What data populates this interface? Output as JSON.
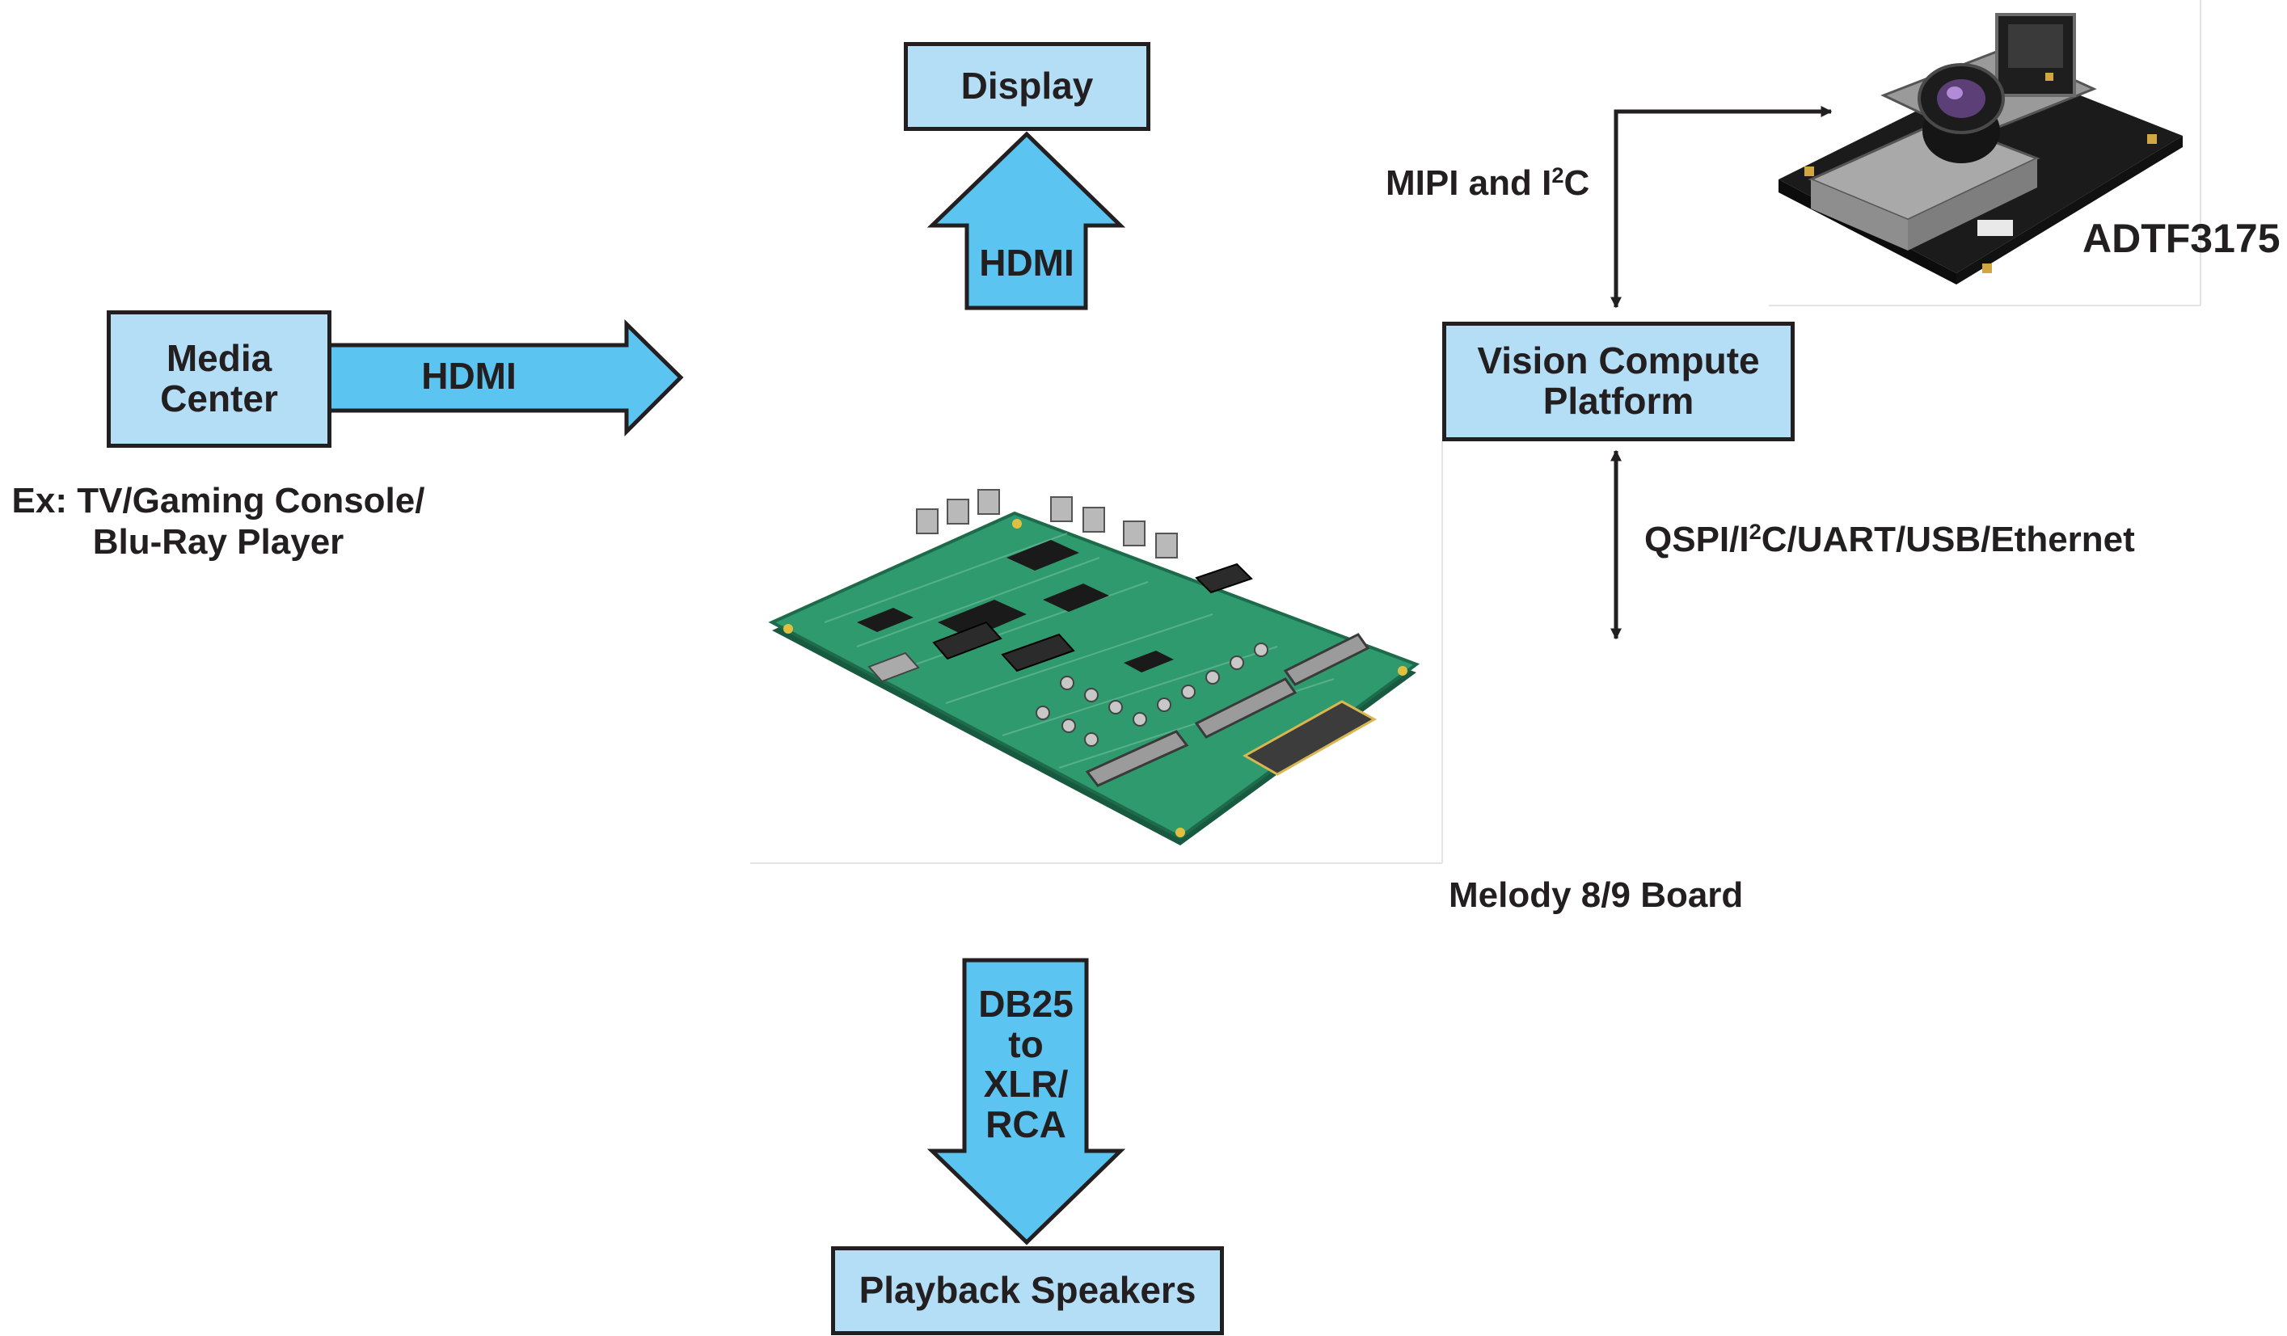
{
  "boxes": {
    "display": "Display",
    "media_center_line1": "Media",
    "media_center_line2": "Center",
    "vision_line1": "Vision Compute",
    "vision_line2": "Platform",
    "speakers": "Playback Speakers"
  },
  "arrows": {
    "hdmi_up": "HDMI",
    "hdmi_right": "HDMI",
    "db25_line1": "DB25",
    "db25_line2": "to",
    "db25_line3": "XLR/",
    "db25_line4": "RCA"
  },
  "labels": {
    "example_line1": "Ex: TV/Gaming Console/",
    "example_line2": "Blu-Ray Player",
    "mipi_prefix": "MIPI and I",
    "mipi_sup": "2",
    "mipi_suffix": "C",
    "qspi_prefix": "QSPI/I",
    "qspi_sup": "2",
    "qspi_suffix": "C/UART/USB/Ethernet",
    "camera_name": "ADTF3175",
    "board_name": "Melody 8/9 Board"
  },
  "colors": {
    "box_fill": "#b4def5",
    "arrow_fill": "#5bc4f1",
    "outline": "#231f20",
    "pcb_green": "#2f9a6e"
  }
}
